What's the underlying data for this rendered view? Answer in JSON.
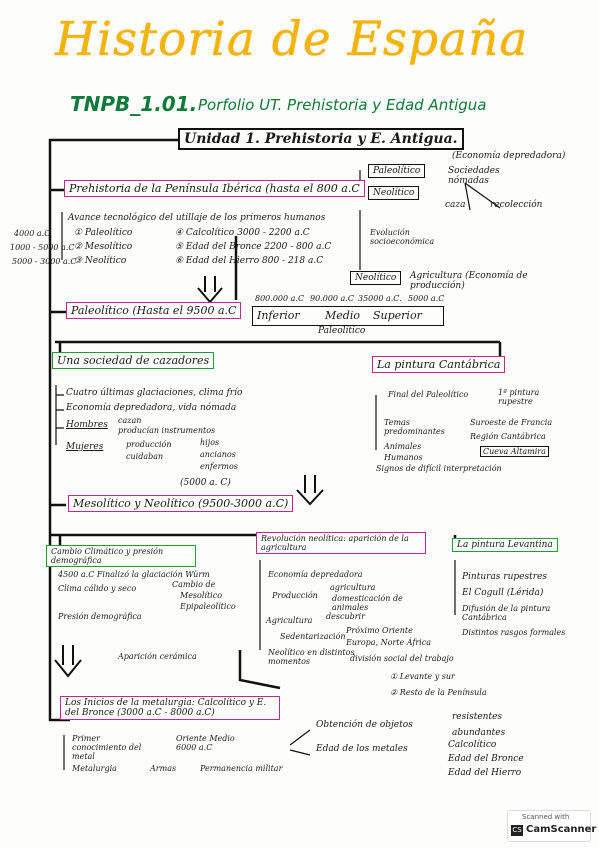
{
  "header": {
    "title": "Historia de España",
    "code": "TNPB_1.01.",
    "subtitle": "Porfolio UT. Prehistoria y Edad Antigua"
  },
  "unit": "Unidad 1. Prehistoria y E. Antigua.",
  "prehist": {
    "title": "Prehistoria de la Península Ibérica (hasta el 800 a.C",
    "avance": "Avance tecnológico del utillaje de los primeros humanos",
    "periods": [
      {
        "date": "4000 a.C",
        "name": "① Paleolítico",
        "other": "④ Calcolítico 3000 - 2200 a.C"
      },
      {
        "date": "1000 - 5000 a.C",
        "name": "② Mesolítico",
        "other": "⑤ Edad del Bronce 2200 - 800 a.C"
      },
      {
        "date": "5000 - 3000 a.C",
        "name": "③ Neolítico",
        "other": "⑥ Edad del Hierro 800 - 218 a.C"
      }
    ],
    "paleo": "Paleolítico",
    "neo": "Neolítico",
    "economia": "(Economía depredadora)",
    "sociedades": "Sociedades nómadas",
    "caza": "caza",
    "recoleccion": "recolección",
    "evolucion": "Evolución socioeconómica",
    "neo2": "Neolítico",
    "agri": "Agricultura (Economía de producción)"
  },
  "paleolitico": {
    "title": "Paleolítico (Hasta el 9500 a.C",
    "dates": [
      "800.000 a.C",
      "90.000 a.C",
      "35000 a.C.",
      "5000 a.C"
    ],
    "phases": [
      "Inferior",
      "Medio",
      "Superior"
    ],
    "label": "Paleolítico"
  },
  "cazadores": {
    "title": "Una sociedad de cazadores",
    "items": [
      "Cuatro últimas glaciaciones, clima frío",
      "Economía depredadora, vida nómada"
    ],
    "hombres": "Hombres",
    "cazan": "cazan",
    "producen": "producían instrumentos",
    "mujeres": "Mujeres",
    "produccion": "producción",
    "cuidaban": "cuidaban",
    "hijos": "hijos",
    "ancianos": "ancianos",
    "enfermos": "enfermos",
    "fecha": "(5000 a. C)"
  },
  "pintura": {
    "title": "La pintura Cantábrica",
    "final": "Final del Paleolítico",
    "primera": "1ª pintura rupestre",
    "temas": "Temas predominantes",
    "animales": "Animales",
    "humanos": "Humanos",
    "suroeste": "Suroeste de Francia",
    "region": "Región Cantábrica",
    "cueva": "Cueva Altamira",
    "signos": "Signos de difícil interpretación"
  },
  "meso": {
    "title": "Mesolítico y Neolítico (9500-3000 a.C)"
  },
  "cambio": {
    "title": "Cambio Climático y presión demográfica",
    "fin": "4500 a.C Finalizó la glaciación Würm",
    "clima": "Clima cálido y seco",
    "cambio_de": "Cambio de",
    "mesolitico": "Mesolítico",
    "epipaleo": "Epipaleolítico",
    "presion": "Presión demográfica",
    "ceramica": "Aparición cerámica"
  },
  "revolucion": {
    "title": "Revolución neolítica: aparición de la agricultura",
    "economia": "Economía depredadora",
    "produccion": "Producción",
    "agricultura": "agricultura",
    "domesticacion": "domesticación de animales",
    "agricultura2": "Agricultura",
    "descubrir": "descubrir",
    "proximo": "Próximo Oriente",
    "sedentarizacion": "Sedentarización",
    "europa": "Europa, Norte África",
    "division": "división social del trabajo",
    "neolitico": "Neolítico en distintos momentos",
    "levante": "① Levante y sur",
    "resto": "② Resto de la Península"
  },
  "levantina": {
    "title": "La pintura Levantina",
    "items": [
      "Pinturas rupestres",
      "El Cogull (Lérida)",
      "Difusión de la pintura Cantábrica",
      "Distintos rasgos formales"
    ]
  },
  "metal": {
    "title": "Los Inicios de la metalurgia: Calcolítico y E. del Bronce (3000 a.C - 8000 a.C)",
    "primer": "Primer conocimiento del metal",
    "oriente": "Oriente Medio 6000 a.C",
    "metalurgia": "Metalurgia",
    "armas": "Armas",
    "permanencia": "Permanencia militar",
    "obtencion": "Obtención de objetos",
    "resistentes": "resistentes",
    "abundantes": "abundantes",
    "edad": "Edad de los metales",
    "calco": "Calcolítico",
    "bronce": "Edad del Bronce",
    "hierro": "Edad del Hierro"
  },
  "footer": {
    "scanned": "Scanned with",
    "app": "CamScanner"
  }
}
